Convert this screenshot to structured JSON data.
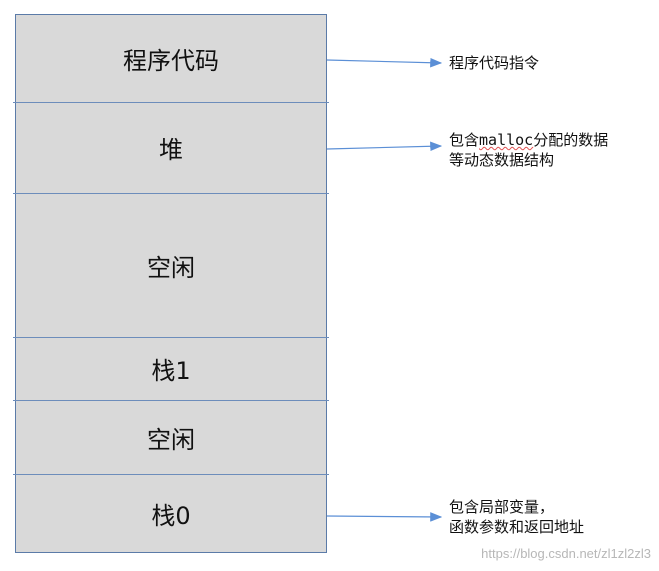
{
  "segments": {
    "code": "程序代码",
    "heap": "堆",
    "free1": "空闲",
    "stack1": "栈1",
    "free2": "空闲",
    "stack0": "栈0"
  },
  "notes": {
    "code": "程序代码指令",
    "heap_prefix": "包含",
    "heap_mono": "malloc",
    "heap_suffix": "分配的数据",
    "heap_line2": "等动态数据结构",
    "stack0_line1": "包含局部变量，",
    "stack0_line2": "函数参数和返回地址"
  },
  "watermark": "https://blog.csdn.net/zl1zl2zl3",
  "colors": {
    "segment_fill": "#d9d9d9",
    "border": "#5b7ba8",
    "arrow": "#5b8fd6"
  }
}
